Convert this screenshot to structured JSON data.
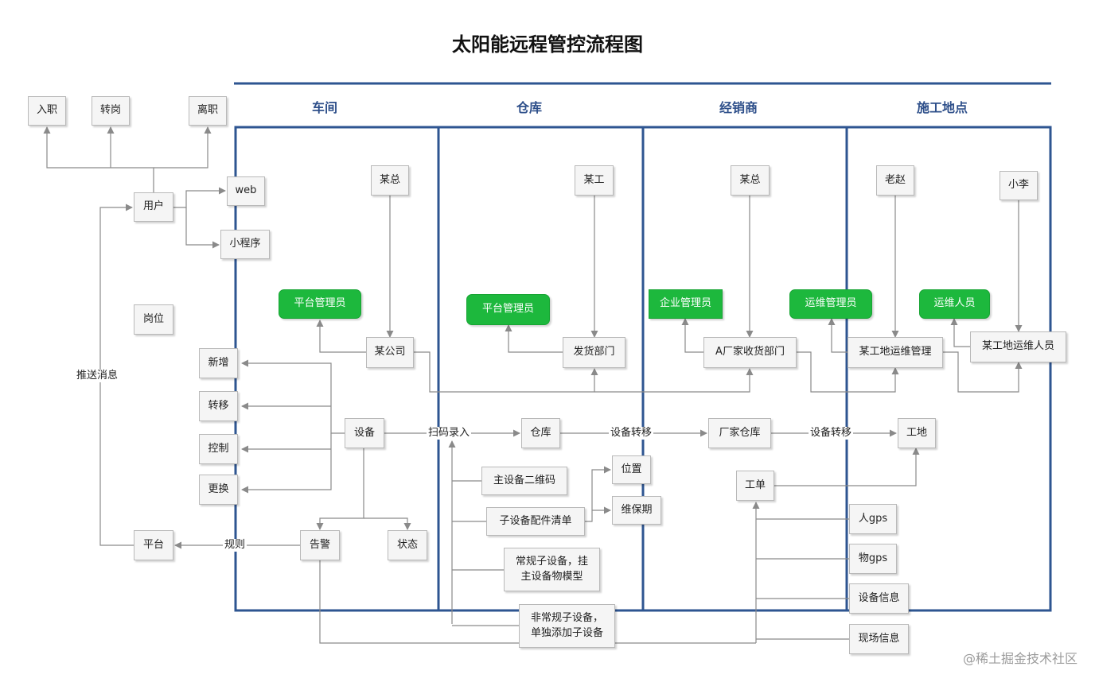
{
  "title": "太阳能远程管控流程图",
  "lanes": [
    "车间",
    "仓库",
    "经销商",
    "施工地点"
  ],
  "nodes": {
    "onboard": "入职",
    "transfer_post": "转岗",
    "resign": "离职",
    "user": "用户",
    "web": "web",
    "miniapp": "小程序",
    "post": "岗位",
    "boss_workshop": "某总",
    "platform_admin_workshop": "平台管理员",
    "company": "某公司",
    "worker_warehouse": "某工",
    "platform_admin_warehouse": "平台管理员",
    "shipping_dept": "发货部门",
    "boss_dealer": "某总",
    "enterprise_admin": "企业管理员",
    "factory_receiving": "A厂家收货部门",
    "lao_zhao": "老赵",
    "ops_admin": "运维管理员",
    "site_ops_mgmt": "某工地运维管理",
    "xiao_li": "小李",
    "ops_staff": "运维人员",
    "site_ops_staff": "某工地运维人员",
    "add": "新增",
    "move": "转移",
    "control": "控制",
    "replace": "更换",
    "device": "设备",
    "warehouse": "仓库",
    "factory_warehouse": "厂家仓库",
    "site": "工地",
    "main_qr": "主设备二维码",
    "sub_parts": "子设备配件清单",
    "location": "位置",
    "warranty": "维保期",
    "regular_sub": "常规子设备，挂\n主设备物模型",
    "irregular_sub": "非常规子设备，\n单独添加子设备",
    "work_order": "工单",
    "person_gps": "人gps",
    "object_gps": "物gps",
    "device_info": "设备信息",
    "site_info": "现场信息",
    "platform": "平台",
    "alarm": "告警",
    "status": "状态"
  },
  "edge_labels": {
    "push_msg": "推送消息",
    "scan_input": "扫码录入",
    "transfer1": "设备转移",
    "transfer2": "设备转移",
    "rule": "规则"
  },
  "watermark": "@稀土掘金技术社区",
  "colors": {
    "lane_border": "#2e5591",
    "green": "#1db83d",
    "arrow": "#8a8a8a"
  }
}
